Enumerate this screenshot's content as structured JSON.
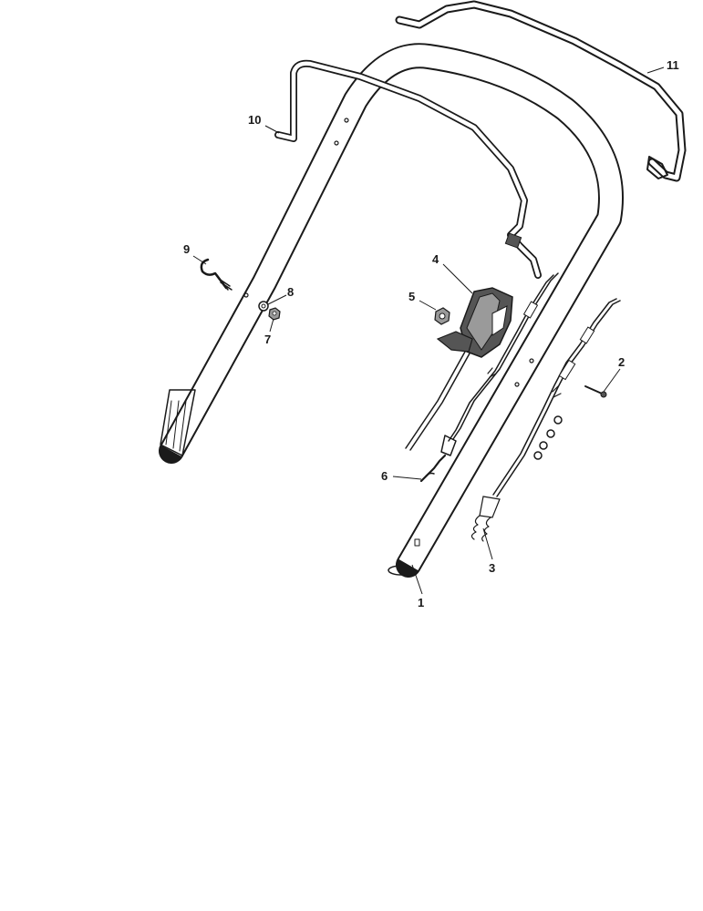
{
  "colors": {
    "line": "#1a1a1a",
    "fill_light": "#ffffff",
    "fill_dark": "#555555",
    "fill_mid": "#9a9a9a"
  },
  "callouts": {
    "c1": "1",
    "c2": "2",
    "c3": "3",
    "c4": "4",
    "c5": "5",
    "c6": "6",
    "c7": "7",
    "c8": "8",
    "c9": "9",
    "c10": "10",
    "c11": "11"
  }
}
